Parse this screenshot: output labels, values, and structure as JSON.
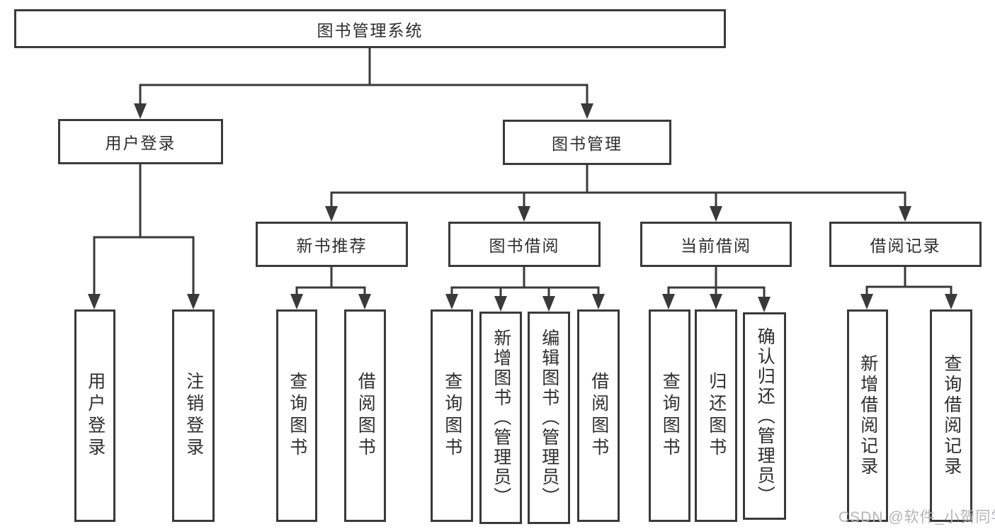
{
  "tree": {
    "label": "图书管理系统",
    "children": [
      {
        "label": "用户登录",
        "children": [
          {
            "label": "用户登录"
          },
          {
            "label": "注销登录"
          }
        ]
      },
      {
        "label": "图书管理",
        "children": [
          {
            "label": "新书推荐",
            "children": [
              {
                "label": "查询图书"
              },
              {
                "label": "借阅图书"
              }
            ]
          },
          {
            "label": "图书借阅",
            "children": [
              {
                "label": "查询图书"
              },
              {
                "label": "新增图书（管理员）"
              },
              {
                "label": "编辑图书（管理员）"
              },
              {
                "label": "借阅图书"
              }
            ]
          },
          {
            "label": "当前借阅",
            "children": [
              {
                "label": "查询图书"
              },
              {
                "label": "归还图书"
              },
              {
                "label": "确认归还（管理员）"
              }
            ]
          },
          {
            "label": "借阅记录",
            "children": [
              {
                "label": "新增借阅记录"
              },
              {
                "label": "查询借阅记录"
              }
            ]
          }
        ]
      }
    ]
  },
  "watermark": "CSDN @软件_小贺同学",
  "colors": {
    "line": "#3a3a3a",
    "box_background": "#ffffff",
    "text": "#2e2e2e",
    "watermark": "#b5b5b8"
  }
}
